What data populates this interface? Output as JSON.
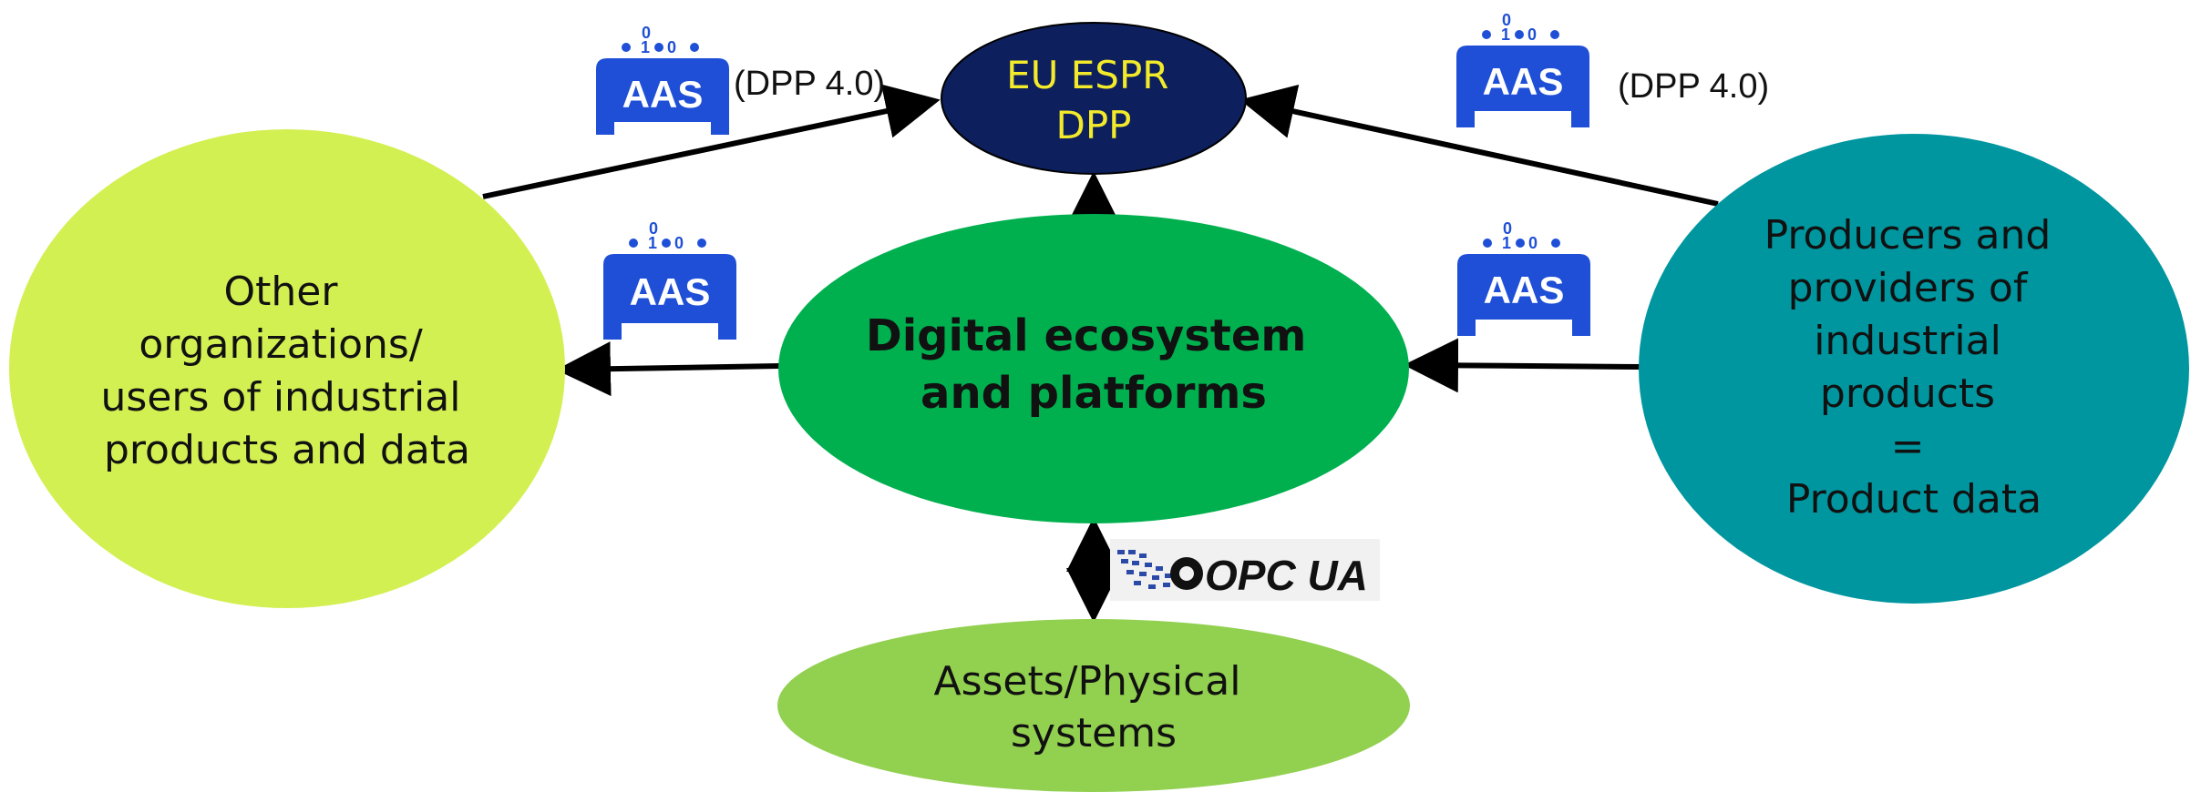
{
  "nodes": {
    "eu_espr": {
      "lines": [
        "EU ESPR",
        "DPP"
      ],
      "fill": "#0d1f5c",
      "text_color": "#f2ea2a"
    },
    "digital_ecosystem": {
      "lines": [
        "Digital ecosystem",
        "and platforms"
      ],
      "fill": "#00b04f",
      "text_color": "#111111"
    },
    "other_orgs": {
      "lines": [
        "Other",
        "organizations/",
        "users of industrial",
        "products and data"
      ],
      "fill": "#d2f052",
      "text_color": "#111111"
    },
    "producers": {
      "lines": [
        "Producers  and",
        "providers of",
        "industrial",
        "products",
        "=",
        "Product data"
      ],
      "fill": "#00969f",
      "text_color": "#111111"
    },
    "assets": {
      "lines": [
        "Assets/Physical",
        "systems"
      ],
      "fill": "#92d050",
      "text_color": "#111111"
    }
  },
  "aas_badges": [
    {
      "label": "AAS",
      "bits": [
        "0",
        "1",
        "0"
      ],
      "note": "(DPP 4.0)"
    },
    {
      "label": "AAS",
      "bits": [
        "0",
        "1",
        "0"
      ],
      "note": "(DPP 4.0)"
    },
    {
      "label": "AAS",
      "bits": [
        "0",
        "1",
        "0"
      ],
      "note": ""
    },
    {
      "label": "AAS",
      "bits": [
        "0",
        "1",
        "0"
      ],
      "note": ""
    }
  ],
  "opc_logo": {
    "text": "OPC UA"
  },
  "colors": {
    "aas_blue": "#1f4fd6",
    "arrow": "#000000"
  }
}
